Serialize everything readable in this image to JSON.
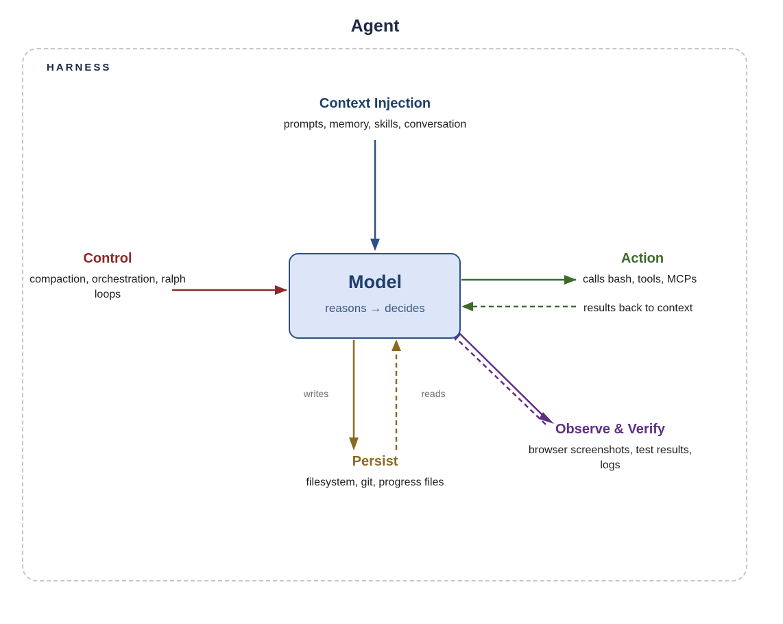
{
  "title": "Agent",
  "harness_label": "HARNESS",
  "model": {
    "title": "Model",
    "subtitle": "reasons → decides"
  },
  "context_injection": {
    "title": "Context Injection",
    "desc": "prompts, memory, skills, conversation"
  },
  "control": {
    "title": "Control",
    "desc": "compaction, orchestration, ralph loops"
  },
  "action": {
    "title": "Action",
    "desc": "calls bash, tools, MCPs",
    "return_label": "results back to context"
  },
  "persist": {
    "title": "Persist",
    "desc": "filesystem, git, progress files",
    "writes_label": "writes",
    "reads_label": "reads"
  },
  "observe_verify": {
    "title": "Observe & Verify",
    "desc": "browser screenshots, test results, logs"
  },
  "colors": {
    "context": "#1f3d6d",
    "control": "#8b2a2a",
    "action": "#3d6b2a",
    "persist": "#8a6a23",
    "observe": "#5e2f86",
    "model_fill": "#dce6f8",
    "model_border": "#2c4f86"
  }
}
